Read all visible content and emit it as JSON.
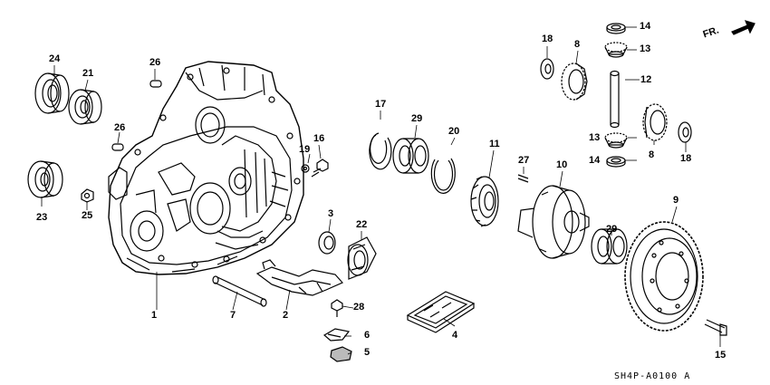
{
  "diagram_code": "SH4P-A0100 A",
  "direction_label": "FR.",
  "callouts": {
    "c1": "1",
    "c2": "2",
    "c3": "3",
    "c4": "4",
    "c5": "5",
    "c6": "6",
    "c7": "7",
    "c8a": "8",
    "c8b": "8",
    "c9": "9",
    "c10": "10",
    "c11": "11",
    "c12": "12",
    "c13a": "13",
    "c13b": "13",
    "c14a": "14",
    "c14b": "14",
    "c15": "15",
    "c16": "16",
    "c17": "17",
    "c18a": "18",
    "c18b": "18",
    "c19": "19",
    "c20": "20",
    "c21": "21",
    "c22": "22",
    "c23": "23",
    "c24": "24",
    "c25": "25",
    "c26a": "26",
    "c26b": "26",
    "c27": "27",
    "c28": "28",
    "c29a": "29",
    "c29b": "29"
  }
}
